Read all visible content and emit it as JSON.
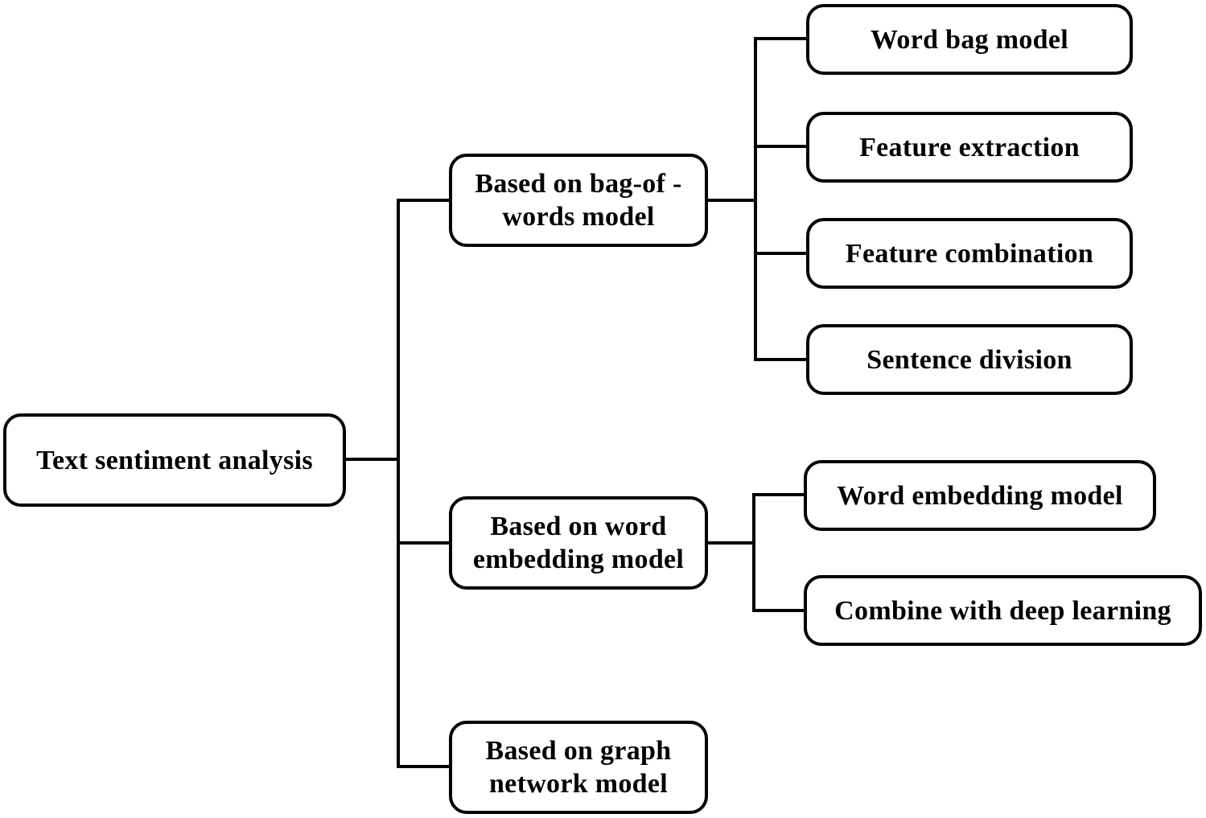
{
  "root": {
    "label": "Text sentiment analysis"
  },
  "branches": [
    {
      "label": "Based on bag-of -\nwords model",
      "children": [
        "Word bag model",
        "Feature extraction",
        "Feature combination",
        "Sentence division"
      ]
    },
    {
      "label": "Based on word\nembedding model",
      "children": [
        "Word embedding model",
        "Combine with deep learning"
      ]
    },
    {
      "label": "Based on graph\nnetwork model",
      "children": []
    }
  ],
  "colors": {
    "stroke": "#000000",
    "background": "#ffffff"
  }
}
